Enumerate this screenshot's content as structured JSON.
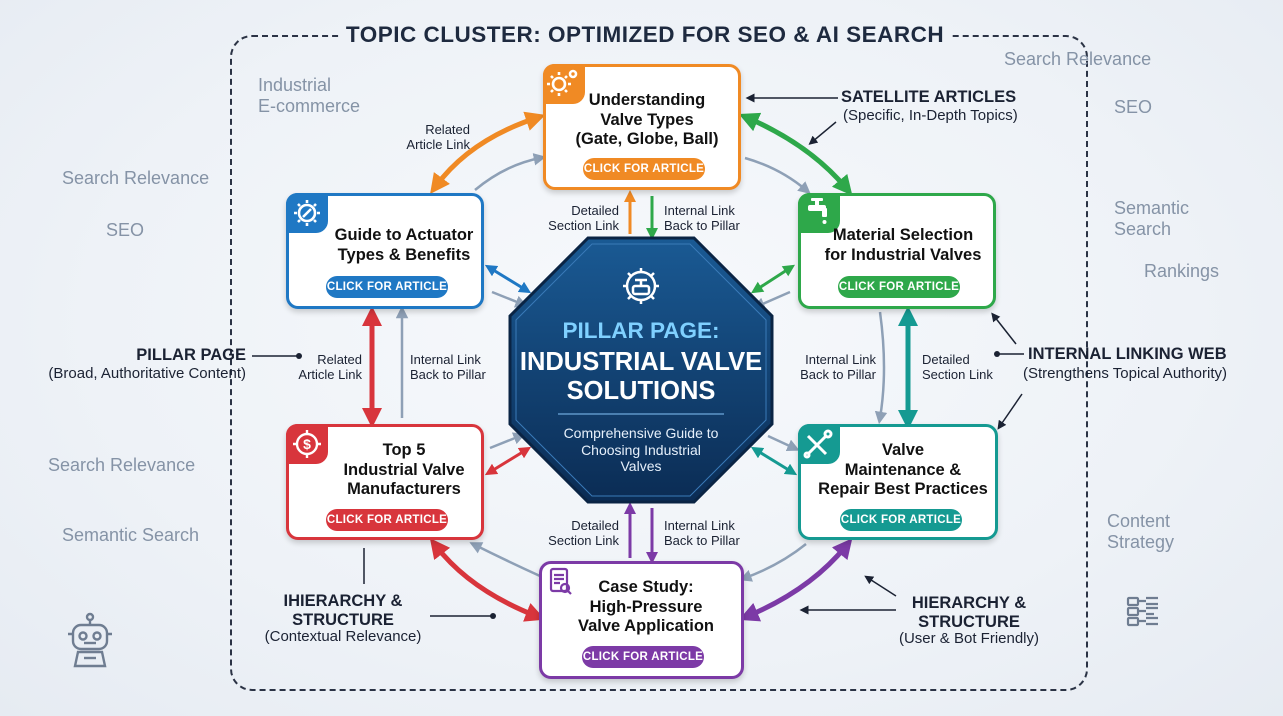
{
  "title": "TOPIC CLUSTER: OPTIMIZED FOR SEO & AI SEARCH",
  "background_words": [
    {
      "id": "industrial-ecommerce",
      "text": "Industrial\nE-commerce"
    },
    {
      "id": "search-relevance-1",
      "text": "Search Relevance"
    },
    {
      "id": "seo-1",
      "text": "SEO"
    },
    {
      "id": "search-relevance-2",
      "text": "Search Relevance"
    },
    {
      "id": "semantic-search-1",
      "text": "Semantic Search"
    },
    {
      "id": "search-relevance-3",
      "text": "Search Relevance"
    },
    {
      "id": "seo-2",
      "text": "SEO"
    },
    {
      "id": "semantic-search-2",
      "text": "Semantic\nSearch"
    },
    {
      "id": "rankings",
      "text": "Rankings"
    },
    {
      "id": "content-strategy",
      "text": "Content\nStrategy"
    }
  ],
  "pillar": {
    "heading": "PILLAR PAGE:",
    "title": "INDUSTRIAL VALVE\nSOLUTIONS",
    "subtitle": "Comprehensive Guide to\nChoosing Industrial\nValves"
  },
  "cards": [
    {
      "id": "valve-types",
      "title": "Understanding\nValve Types\n(Gate, Globe, Ball)",
      "button": "CLICK FOR ARTICLE",
      "color": "#f08a24"
    },
    {
      "id": "actuator",
      "title": "Guide to Actuator\nTypes & Benefits",
      "button": "CLICK FOR ARTICLE",
      "color": "#1f78c4"
    },
    {
      "id": "material",
      "title": "Material Selection\nfor Industrial Valves",
      "button": "CLICK FOR ARTICLE",
      "color": "#2ea84a"
    },
    {
      "id": "manufacturers",
      "title": "Top 5\nIndustrial Valve\nManufacturers",
      "button": "CLICK FOR ARTICLE",
      "color": "#d8353c"
    },
    {
      "id": "maintenance",
      "title": "Valve\nMaintenance &\nRepair Best Practices",
      "button": "CLICK FOR ARTICLE",
      "color": "#159a92"
    },
    {
      "id": "case-study",
      "title": "Case Study:\nHigh-Pressure\nValve Application",
      "button": "CLICK FOR ARTICLE",
      "color": "#7c3aa6"
    }
  ],
  "link_labels": {
    "related_top": "Related\nArticle Link",
    "detailed_top": "Detailed\nSection Link",
    "internal_top": "Internal Link\nBack to Pillar",
    "related_left": "Related\nArticle Link",
    "internal_left": "Internal Link\nBack to Pillar",
    "internal_right": "Internal Link\nBack to Pillar",
    "detailed_right": "Detailed\nSection Link",
    "detailed_bottom": "Detailed\nSection Link",
    "internal_bottom": "Internal Link\nBack to Pillar"
  },
  "annotations": {
    "satellite": {
      "title": "SATELLITE ARTICLES",
      "sub": "(Specific, In-Depth Topics)"
    },
    "pillar_page": {
      "title": "PILLAR PAGE",
      "sub": "(Broad, Authoritative Content)"
    },
    "internal_web": {
      "title": "INTERNAL LINKING WEB",
      "sub": "(Strengthens Topical Authority)"
    },
    "hierarchy_left": {
      "title": "IHIERARCHY &\nSTRUCTURE",
      "sub": "(Contextual Relevance)"
    },
    "hierarchy_right": {
      "title": "HIERARCHY &\nSTRUCTURE",
      "sub": "(User & Bot Friendly)"
    }
  },
  "icons": [
    "gear-icon",
    "wrench-gear-icon",
    "faucet-icon",
    "dollar-gear-icon",
    "tools-icon",
    "document-search-icon",
    "valve-gear-icon",
    "robot-icon",
    "flowchart-icon"
  ],
  "colors": {
    "orange": "#f08a24",
    "blue": "#1f78c4",
    "green": "#2ea84a",
    "red": "#d8353c",
    "teal": "#159a92",
    "purple": "#7c3aa6",
    "navy": "#0f3a66",
    "grey_arrow": "#8ea0b6"
  }
}
